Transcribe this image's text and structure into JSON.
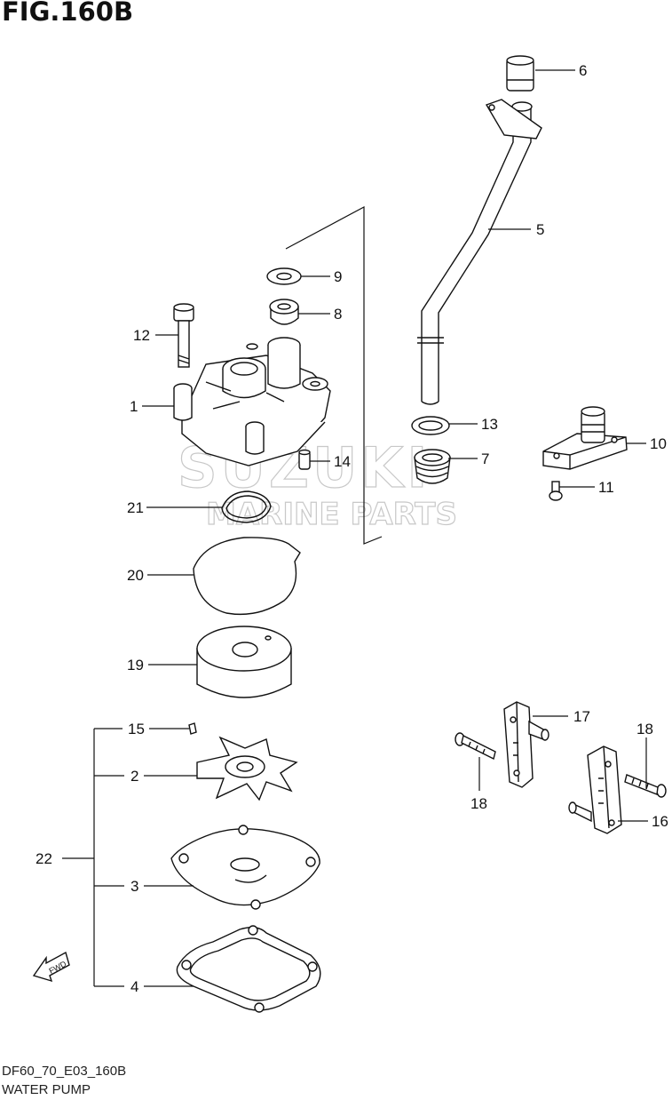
{
  "figure": {
    "title": "FIG.160B",
    "model_code": "DF60_70_E03_160B",
    "caption": "WATER PUMP"
  },
  "watermark": {
    "brand": "SUZUKI",
    "subtitle": "MARINE PARTS"
  },
  "fwd_label": "FWD",
  "callouts": [
    {
      "num": "1"
    },
    {
      "num": "2"
    },
    {
      "num": "3"
    },
    {
      "num": "4"
    },
    {
      "num": "5"
    },
    {
      "num": "6"
    },
    {
      "num": "7"
    },
    {
      "num": "8"
    },
    {
      "num": "9"
    },
    {
      "num": "10"
    },
    {
      "num": "11"
    },
    {
      "num": "12"
    },
    {
      "num": "13"
    },
    {
      "num": "14"
    },
    {
      "num": "15"
    },
    {
      "num": "16"
    },
    {
      "num": "17"
    },
    {
      "num": "18"
    },
    {
      "num": "18"
    },
    {
      "num": "19"
    },
    {
      "num": "20"
    },
    {
      "num": "21"
    },
    {
      "num": "22"
    }
  ],
  "colors": {
    "line": "#111111",
    "background": "#ffffff",
    "watermark": "#c8c8c8"
  }
}
